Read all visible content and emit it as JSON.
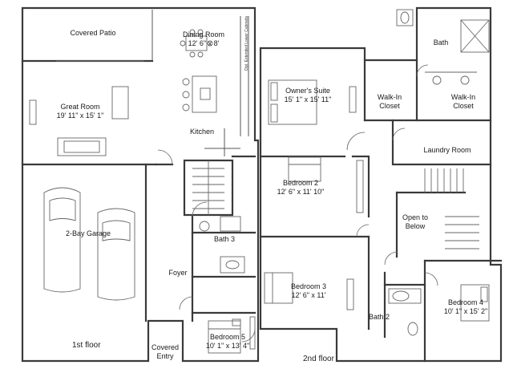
{
  "rooms": {
    "covered_patio": {
      "name": "Covered Patio",
      "dims": ""
    },
    "dining_room": {
      "name": "Dining Room",
      "dims": "12' 6\" x 8'"
    },
    "great_room": {
      "name": "Great Room",
      "dims": "19' 11\" x 15' 1\""
    },
    "kitchen": {
      "name": "Kitchen",
      "dims": ""
    },
    "garage": {
      "name": "2-Bay Garage",
      "dims": ""
    },
    "bath3": {
      "name": "Bath 3",
      "dims": ""
    },
    "foyer": {
      "name": "Foyer",
      "dims": ""
    },
    "bedroom5": {
      "name": "Bedroom 5",
      "dims": "10' 1\" x 13' 4\""
    },
    "covered_entry": {
      "name": "Covered Entry",
      "dims": ""
    },
    "bath": {
      "name": "Bath",
      "dims": ""
    },
    "owners_suite": {
      "name": "Owner's Suite",
      "dims": "15' 1\" x 15' 11\""
    },
    "walkin1": {
      "name": "Walk-In Closet",
      "dims": ""
    },
    "walkin2": {
      "name": "Walk-In Closet",
      "dims": ""
    },
    "laundry": {
      "name": "Laundry Room",
      "dims": ""
    },
    "bedroom2": {
      "name": "Bedroom 2",
      "dims": "12' 6\" x 11' 10\""
    },
    "open_below": {
      "name": "Open to Below",
      "dims": ""
    },
    "bedroom3": {
      "name": "Bedroom 3",
      "dims": "12' 6\" x 11'"
    },
    "bath2": {
      "name": "Bath 2",
      "dims": ""
    },
    "bedroom4": {
      "name": "Bedroom 4",
      "dims": "10' 1\" x 15' 2\""
    }
  },
  "notes": {
    "cabinets": "Opt. Extended Lower Cabinets"
  },
  "captions": {
    "first_floor": "1st floor",
    "second_floor": "2nd floor"
  }
}
